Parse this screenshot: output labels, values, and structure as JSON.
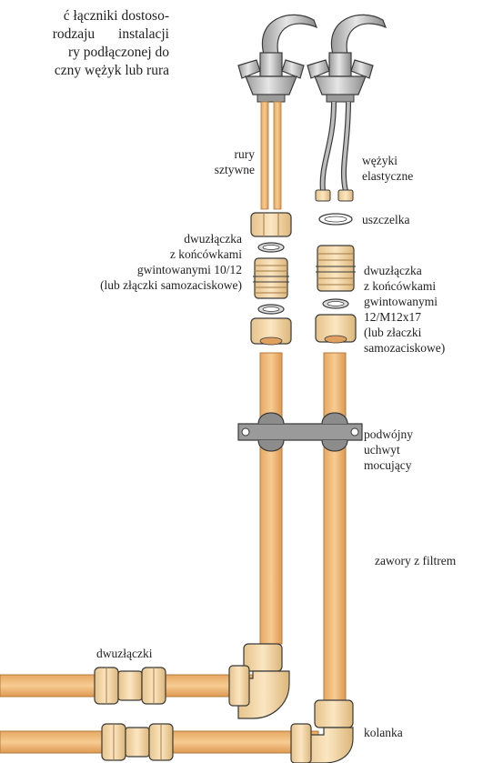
{
  "intro": {
    "line1": "ć łączniki dostoso-",
    "line2": "rodzaju instalacji",
    "line3": "ry podłączonej do",
    "line4": "czny wężyk lub rura"
  },
  "labels": {
    "rigid_pipes": [
      "rury",
      "sztywne"
    ],
    "flex_hoses": [
      "wężyki",
      "elastyczne"
    ],
    "gasket": "uszczelka",
    "union_left": [
      "dwuzłączka",
      "z końcówkami",
      "gwintowanymi 10/12",
      "(lub złączki samozaciskowe)"
    ],
    "union_right": [
      "dwuzłączka",
      "z końcówkami",
      "gwintowanymi",
      "12/M12x17",
      "(lub złaczki",
      "samozaciskowe)"
    ],
    "bracket": [
      "podwójny",
      "uchwyt",
      "mocujący"
    ],
    "valves": "zawory z filtrem",
    "couplings": "dwuzłączki",
    "elbows": "kolanka"
  },
  "colors": {
    "copper": "#f0b978",
    "copper_dark": "#d89550",
    "brass": "#f2d6a6",
    "chrome": "#c8c8c8",
    "outline": "#3a3a3a"
  }
}
